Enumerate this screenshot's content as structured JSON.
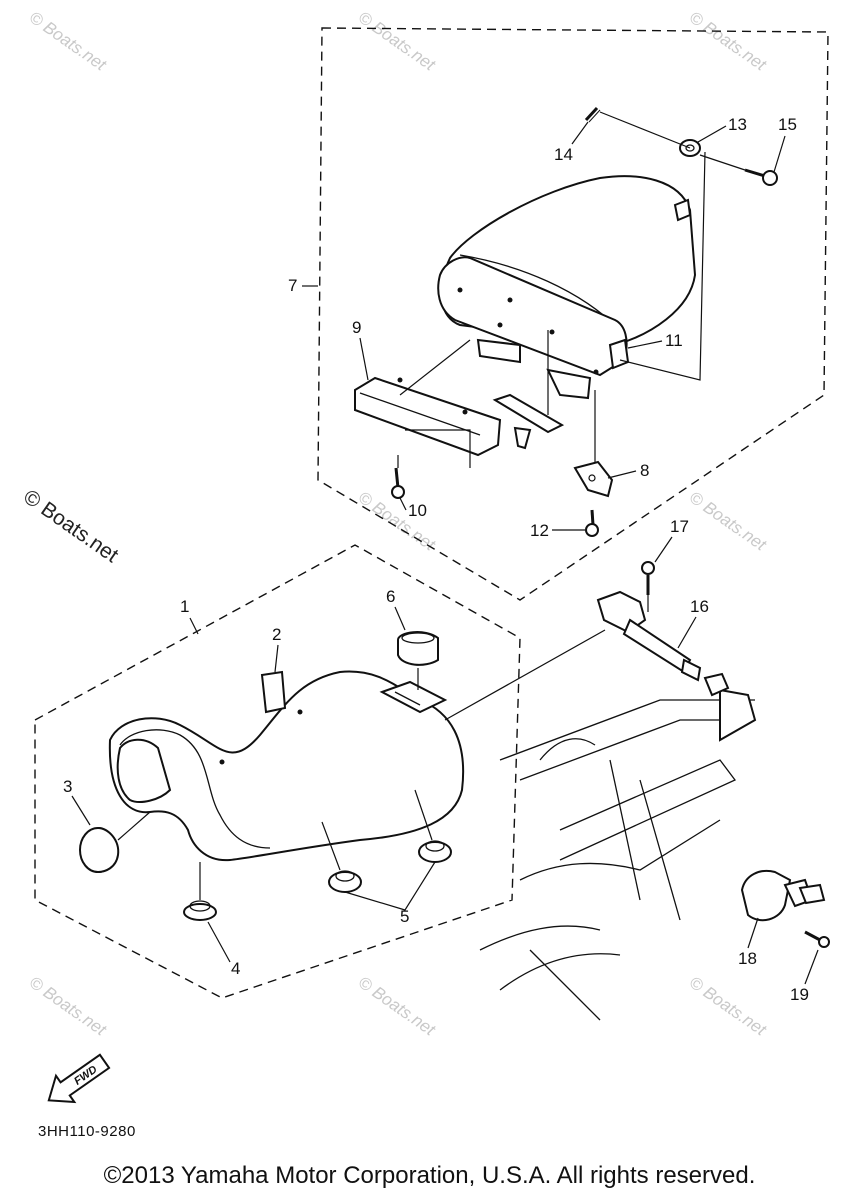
{
  "watermark": {
    "text": "© Boats.net",
    "prominent_text": "© Boats.net"
  },
  "callouts": {
    "c1": "1",
    "c2": "2",
    "c3": "3",
    "c4": "4",
    "c5": "5",
    "c6": "6",
    "c7": "7",
    "c8": "8",
    "c9": "9",
    "c10": "10",
    "c11": "11",
    "c12": "12",
    "c13": "13",
    "c14": "14",
    "c15": "15",
    "c16": "16",
    "c17": "17",
    "c18": "18",
    "c19": "19"
  },
  "fwd_label": "FWD",
  "diagram_code": "3HH110-9280",
  "copyright": "©2013 Yamaha Motor Corporation, U.S.A. All rights reserved."
}
